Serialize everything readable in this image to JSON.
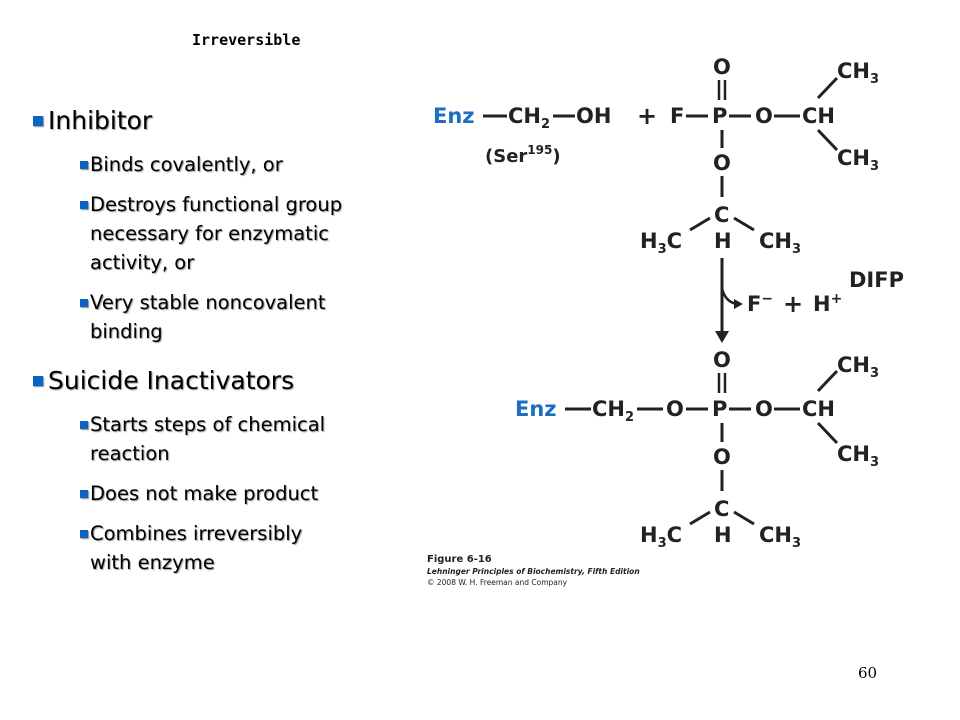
{
  "slide": {
    "title": "Irreversible",
    "page_number": "60"
  },
  "bullets": [
    {
      "label": "Inhibitor",
      "items": [
        [
          "Binds covalently, or"
        ],
        [
          "Destroys functional group",
          "necessary for enzymatic",
          "activity, or"
        ],
        [
          "Very stable noncovalent",
          "binding"
        ]
      ]
    },
    {
      "label": "Suicide Inactivators",
      "items": [
        [
          "Starts steps of chemical",
          "reaction"
        ],
        [
          "Does not make product"
        ],
        [
          "Combines irreversibly",
          "with enzyme"
        ]
      ]
    }
  ],
  "figure": {
    "top": {
      "enz": "Enz",
      "ch2": "CH",
      "ch2_sub": "2",
      "oh": "OH",
      "plus": "+",
      "f": "F",
      "p": "P",
      "o_right": "O",
      "ch_right": "CH",
      "ch3_up": "CH",
      "ch3_down": "CH",
      "ch3_sub": "3",
      "o_top": "O",
      "o_bottom": "O",
      "c": "C",
      "h": "H",
      "h3c": "H",
      "h3c_sub": "3",
      "h3c_c": "C",
      "ch3_r": "CH",
      "ser": "(Ser",
      "ser_sup": "195",
      "ser_close": ")"
    },
    "middle": {
      "f_minus": "F",
      "minus": "−",
      "plus": "+",
      "h_plus": "H",
      "plus_sup": "+",
      "difp": "DIFP"
    },
    "bottom": {
      "enz": "Enz",
      "ch2": "CH",
      "ch2_sub": "2",
      "o_left": "O",
      "p": "P",
      "o_right": "O",
      "ch_right": "CH",
      "ch3_up": "CH",
      "ch3_down": "CH",
      "ch3_sub": "3",
      "o_top": "O",
      "o_bottom": "O",
      "c": "C",
      "h": "H",
      "h3c": "H",
      "h3c_sub": "3",
      "h3c_c": "C",
      "ch3_r": "CH"
    },
    "caption": {
      "line1": "Figure 6-16",
      "line2": "Lehninger Principles of Biochemistry, Fifth Edition",
      "line3": "© 2008 W. H. Freeman and Company"
    }
  },
  "colors": {
    "bullet": "#0b63c4",
    "enz": "#1a6fc4"
  }
}
